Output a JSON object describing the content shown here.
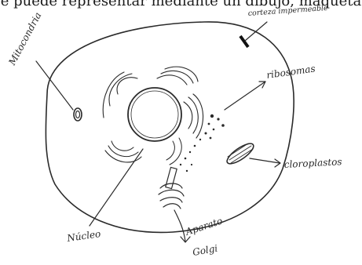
{
  "caption": "e puede representar mediante un dibujo, maqueta",
  "labels": {
    "mitochondria": "Mitocondria",
    "cell_wall": "corteza impermeable",
    "ribosomes": "ribosomas",
    "chloroplasts": "cloroplastos",
    "nucleus": "Núcleo",
    "golgi_line1": "Aparato",
    "golgi_line2": "Golgi"
  },
  "colors": {
    "ink": "#2a2a2a",
    "paper": "#ffffff"
  }
}
